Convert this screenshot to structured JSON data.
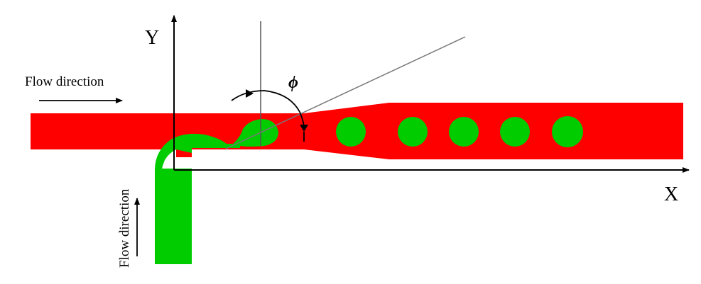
{
  "diagram": {
    "axis_y_label": "Y",
    "axis_x_label": "X",
    "angle_label": "ϕ",
    "flow_label_horizontal": "Flow direction",
    "flow_label_vertical": "Flow direction",
    "colors": {
      "continuous_phase": "#ff0000",
      "dispersed_phase": "#00cc00",
      "lines": "#000000",
      "guide_line": "#777777",
      "background": "#ffffff"
    },
    "downstream_droplet_count": 5
  }
}
